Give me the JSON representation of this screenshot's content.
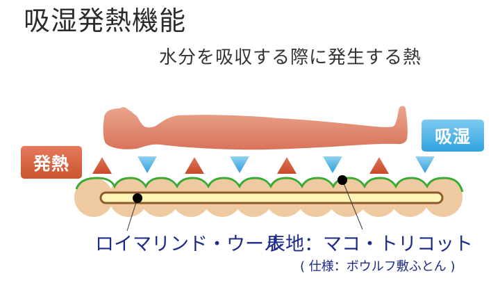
{
  "title": "吸湿発熱機能",
  "subtitle": "水分を吸収する際に発生する熱",
  "badges": {
    "heat": {
      "label": "発熱",
      "color": "#d9643f"
    },
    "moisture": {
      "label": "吸湿",
      "color": "#4db3e8"
    }
  },
  "arrows": {
    "heat_up_color": "#d65a36",
    "moisture_down_color": "#3fa9e2",
    "sequence": [
      "heat-up",
      "moisture-down",
      "heat-up",
      "moisture-down",
      "heat-up",
      "moisture-down",
      "heat-up",
      "moisture-down"
    ]
  },
  "mattress": {
    "body_color": "#efc9a0",
    "top_line_color": "#3aaa35",
    "inner_layer_color": "#fff4b8",
    "inner_border_color": "#8b5a2b"
  },
  "figure": {
    "color": "#e08a72",
    "description": "person lying on futon"
  },
  "labels": {
    "wool": "ロイマリンド・ウール",
    "surface": "表地：マコ・トリコット",
    "spec": "( 仕様：ボウルフ敷ふとん )"
  },
  "text_color": "#1d2a8a"
}
